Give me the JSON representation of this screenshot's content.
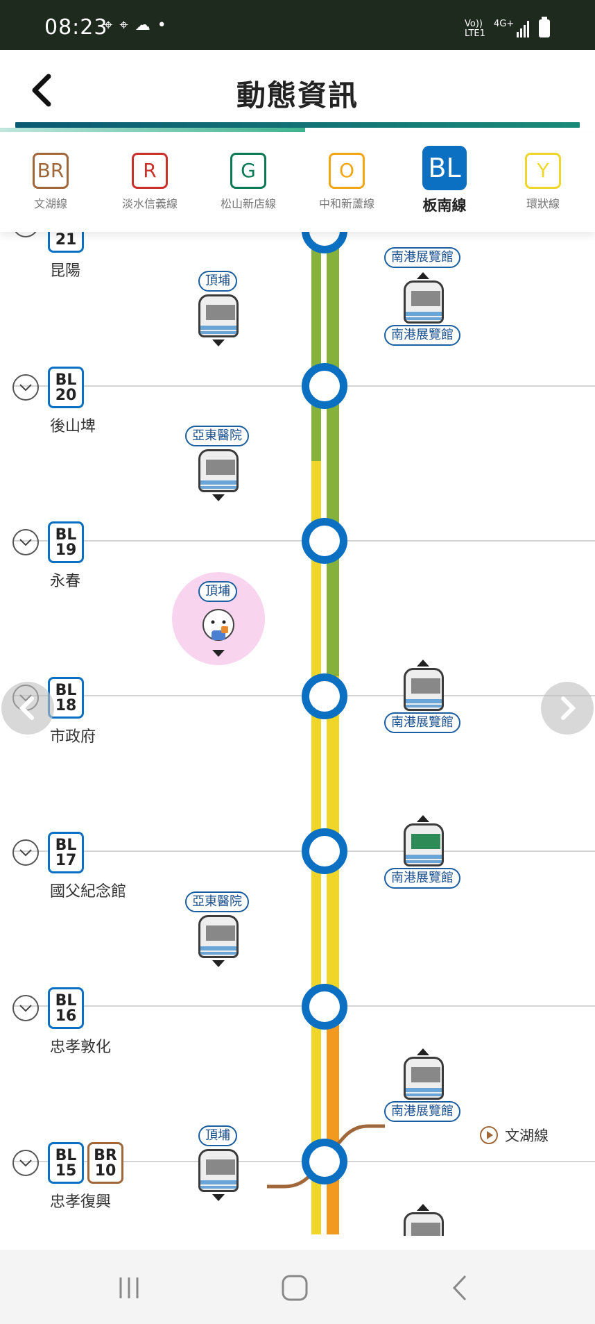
{
  "status_bar": {
    "time": "08:23",
    "network_line1": "Vo))",
    "network_line2": "LTE1",
    "network_4g": "4G+"
  },
  "header": {
    "title": "動態資訊"
  },
  "tabs": [
    {
      "code": "BR",
      "label": "文湖線",
      "color": "#a0683a"
    },
    {
      "code": "R",
      "label": "淡水信義線",
      "color": "#c9302c"
    },
    {
      "code": "G",
      "label": "松山新店線",
      "color": "#0a7a55"
    },
    {
      "code": "O",
      "label": "中和新蘆線",
      "color": "#f2a614"
    },
    {
      "code": "BL",
      "label": "板南線",
      "color": "#0b6fc2",
      "active": true
    },
    {
      "code": "Y",
      "label": "環狀線",
      "color": "#efd62a"
    }
  ],
  "stations": [
    {
      "code_line1": "BL",
      "code_line2": "21",
      "name": "昆陽"
    },
    {
      "code_line1": "BL",
      "code_line2": "20",
      "name": "後山埤"
    },
    {
      "code_line1": "BL",
      "code_line2": "19",
      "name": "永春"
    },
    {
      "code_line1": "BL",
      "code_line2": "18",
      "name": "市政府"
    },
    {
      "code_line1": "BL",
      "code_line2": "17",
      "name": "國父紀念館"
    },
    {
      "code_line1": "BL",
      "code_line2": "16",
      "name": "忠孝敦化"
    },
    {
      "code_line1": "BL",
      "code_line2": "15",
      "name": "忠孝復興",
      "transfer_line1": "BR",
      "transfer_line2": "10"
    }
  ],
  "destinations": {
    "d1": "南港展覽館",
    "d2": "南港展覽館",
    "d3": "頂埔",
    "d4": "亞東醫院",
    "d5": "頂埔",
    "d6": "南港展覽館",
    "d7": "南港展覽館",
    "d8": "亞東醫院",
    "d9": "南港展覽館",
    "d10": "頂埔"
  },
  "branch": {
    "label": "文湖線"
  },
  "colors": {
    "blue_line": "#0b6fc2",
    "green_track": "#86b23c",
    "yellow_track": "#f0d629",
    "orange_track": "#f29a1f",
    "brown_branch": "#a0683a"
  }
}
